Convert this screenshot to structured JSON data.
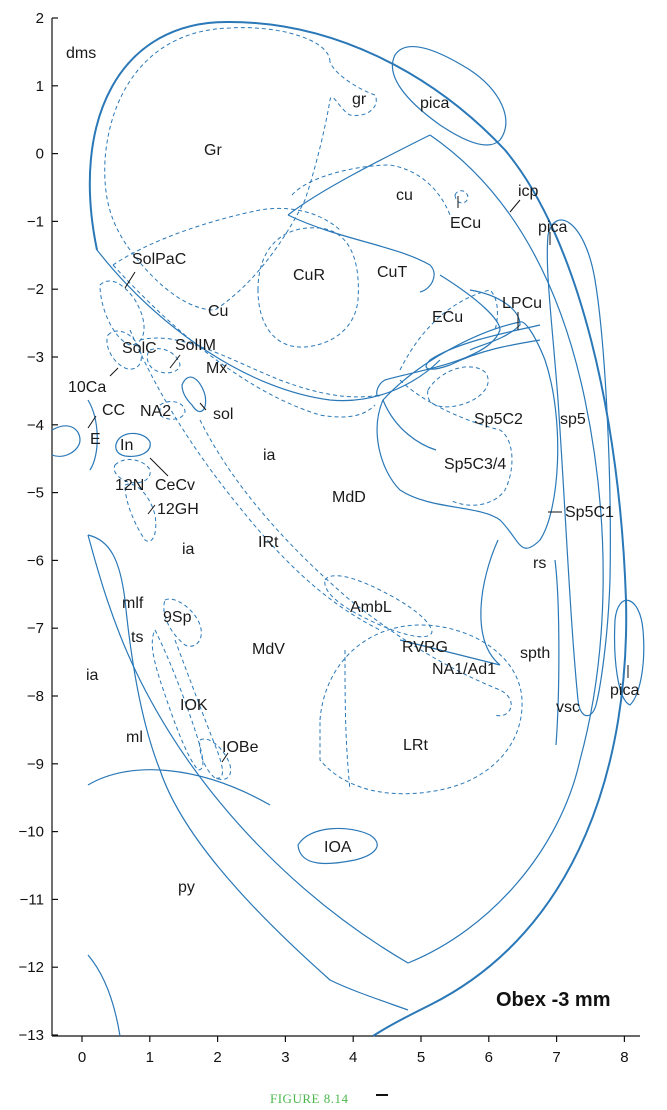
{
  "title": "Obex -3 mm",
  "caption": "FIGURE 8.14",
  "colors": {
    "outline": "#2a78b7",
    "caption": "#4cb84c",
    "text": "#1a1a1a"
  },
  "axes": {
    "x_ticks": [
      "0",
      "1",
      "2",
      "3",
      "4",
      "5",
      "6",
      "7",
      "8"
    ],
    "y_ticks": [
      "2",
      "1",
      "0",
      "−1",
      "−2",
      "−3",
      "−4",
      "−5",
      "−6",
      "−7",
      "−8",
      "−9",
      "−10",
      "−11",
      "−12",
      "−13"
    ]
  },
  "labels": [
    "dms",
    "gr",
    "pica",
    "Gr",
    "cu",
    "icp",
    "ECu",
    "pica",
    "SolPaC",
    "CuR",
    "CuT",
    "Cu",
    "ECu",
    "LPCu",
    "SolC",
    "SolIM",
    "Mx",
    "10Ca",
    "CC",
    "NA2",
    "sol",
    "Sp5C2",
    "sp5",
    "E",
    "In",
    "ia",
    "Sp5C3/4",
    "12N",
    "CeCv",
    "MdD",
    "12GH",
    "Sp5C1",
    "ia",
    "IRt",
    "rs",
    "mlf",
    "9Sp",
    "AmbL",
    "ts",
    "MdV",
    "RVRG",
    "spth",
    "ia",
    "NA1/Ad1",
    "pica",
    "IOK",
    "vsc",
    "ml",
    "IOBe",
    "LRt",
    "IOA",
    "py"
  ]
}
